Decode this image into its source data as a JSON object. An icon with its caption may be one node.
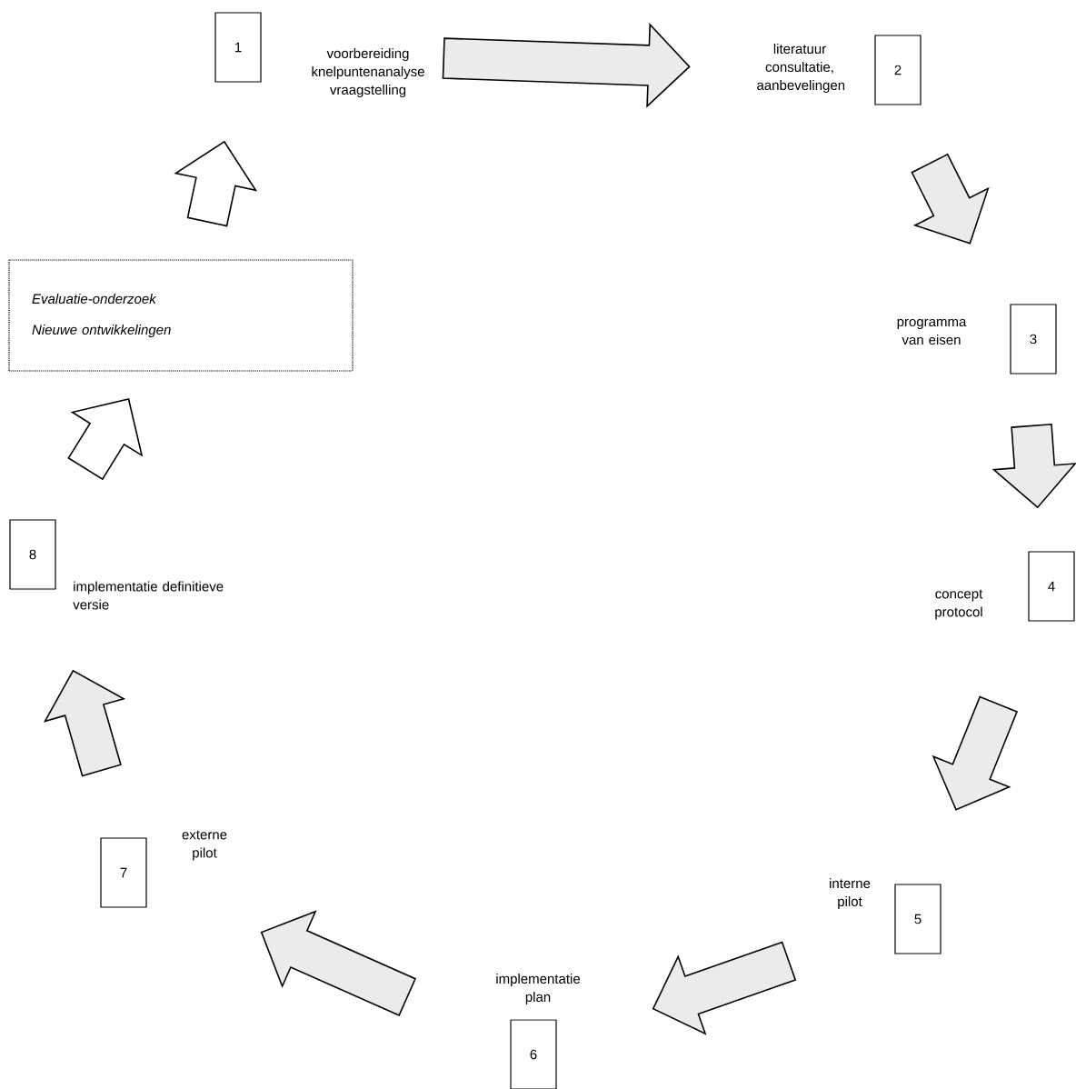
{
  "diagram": {
    "nodes": [
      {
        "text": [
          "1"
        ],
        "beside": [
          "voorbereiding knelpuntenanalyse vraagstelling"
        ]
      },
      {
        "text": [
          "2"
        ],
        "beside": [
          "literatuur consultatie, aanbevelingen"
        ]
      },
      {
        "text": [
          "3"
        ],
        "beside": [
          "programma van eisen"
        ]
      },
      {
        "text": [
          "4"
        ],
        "beside": [
          "concept protocol"
        ]
      },
      {
        "text": [
          "5"
        ],
        "beside": [
          "interne pilot"
        ]
      },
      {
        "text": [
          "6"
        ],
        "beside": [
          "implementatie plan"
        ]
      },
      {
        "text": [
          "7"
        ],
        "beside": [
          "externe pilot"
        ]
      },
      {
        "text": [
          "8"
        ],
        "beside": [
          "implementatie definitieve versie"
        ]
      },
      {
        "text": [
          "Evaluatie-onderzoek",
          "Nieuwe ontwikkelingen"
        ]
      }
    ],
    "edges": [
      {
        "from": 0,
        "to": 1,
        "arrow": "to"
      },
      {
        "from": 1,
        "to": 2,
        "arrow": "to"
      },
      {
        "from": 2,
        "to": 3,
        "arrow": "to"
      },
      {
        "from": 3,
        "to": 4,
        "arrow": "to"
      },
      {
        "from": 4,
        "to": 5,
        "arrow": "to"
      },
      {
        "from": 5,
        "to": 6,
        "arrow": "to"
      },
      {
        "from": 6,
        "to": 7,
        "arrow": "to"
      },
      {
        "from": 7,
        "to": 8,
        "arrow": "to",
        "color": "#ffffff"
      },
      {
        "from": 8,
        "to": 0,
        "arrow": "to",
        "color": "#ffffff"
      }
    ]
  }
}
